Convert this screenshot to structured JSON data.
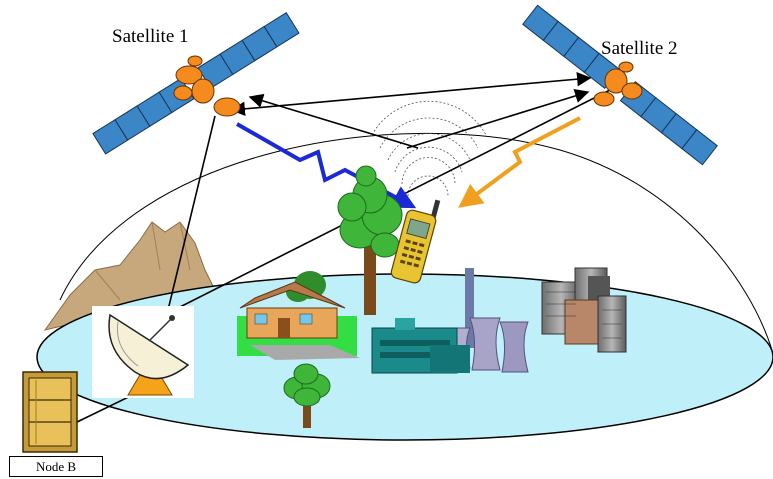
{
  "labels": {
    "satellite_1": "Satellite 1",
    "satellite_2": "Satellite 2",
    "node_b": "Node B"
  },
  "colors": {
    "ground_ellipse": "#bfeff8",
    "signal_blue": "#1c2ad6",
    "signal_orange": "#f0a01e",
    "solar_panel": "#3a86c6",
    "satellite_body": "#f58a1e",
    "mountain": "#c7a77c",
    "grass": "#33dd44",
    "phone": "#e8c332"
  }
}
